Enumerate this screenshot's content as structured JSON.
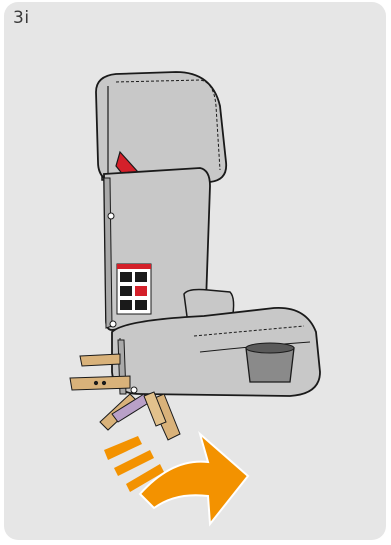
{
  "step": {
    "label": "3i"
  },
  "colors": {
    "background": "#e6e6e6",
    "seat_fabric": "#c8c8c8",
    "seat_shadow": "#a9a9a9",
    "accent_red": "#d4202a",
    "connector": "#d9b27a",
    "arrow": "#f39200",
    "outline": "#1a1a1a"
  },
  "illustration": {
    "subject": "booster-seat-side-view",
    "motion": "connectors-fold-arrow"
  }
}
